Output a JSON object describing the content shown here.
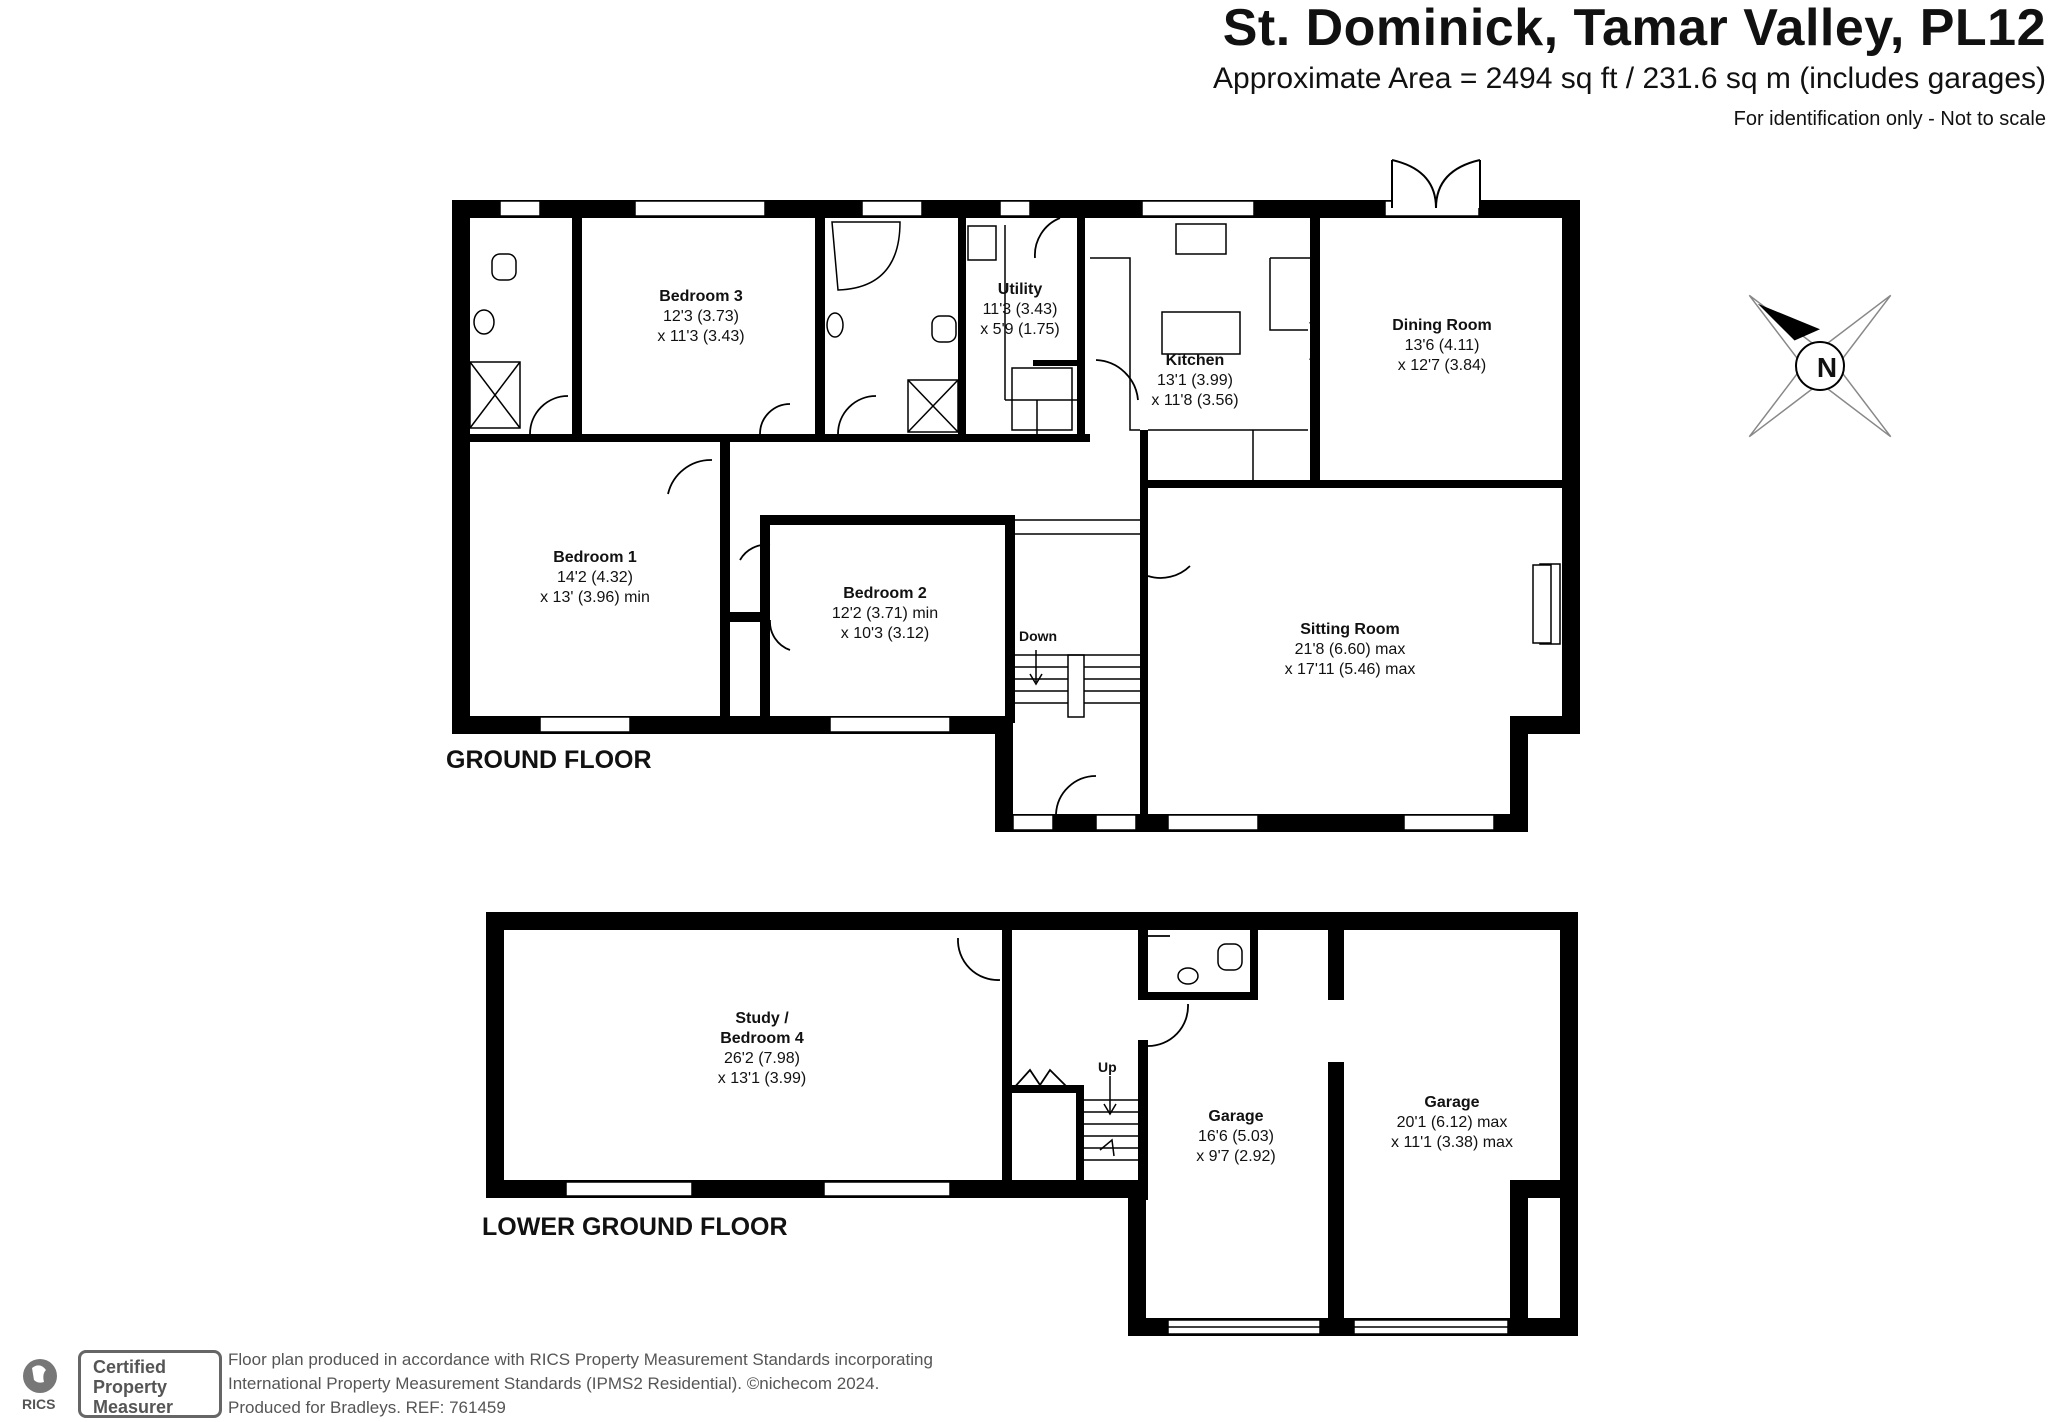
{
  "header": {
    "title": "St. Dominick, Tamar Valley, PL12",
    "area": "Approximate Area = 2494 sq ft / 231.6 sq m (includes garages)",
    "identification": "For identification only - Not to scale"
  },
  "compass": {
    "label": "N"
  },
  "floors": {
    "ground": {
      "label": "GROUND FLOOR",
      "rooms": [
        {
          "name": "Bedroom 3",
          "lines": [
            "12'3 (3.73)",
            "x 11'3 (3.43)"
          ]
        },
        {
          "name": "Utility",
          "lines": [
            "11'3 (3.43)",
            "x 5'9 (1.75)"
          ]
        },
        {
          "name": "Kitchen",
          "lines": [
            "13'1 (3.99)",
            "x 11'8 (3.56)"
          ]
        },
        {
          "name": "Dining Room",
          "lines": [
            "13'6 (4.11)",
            "x 12'7 (3.84)"
          ]
        },
        {
          "name": "Bedroom 1",
          "lines": [
            "14'2 (4.32)",
            "x 13' (3.96) min"
          ]
        },
        {
          "name": "Bedroom 2",
          "lines": [
            "12'2 (3.71) min",
            "x 10'3 (3.12)"
          ]
        },
        {
          "name": "Sitting Room",
          "lines": [
            "21'8 (6.60) max",
            "x 17'11 (5.46) max"
          ]
        }
      ],
      "stairs_label": "Down"
    },
    "lower": {
      "label": "LOWER GROUND FLOOR",
      "rooms": [
        {
          "name": "Study /",
          "lines": [
            "Bedroom 4",
            "26'2 (7.98)",
            "x 13'1 (3.99)"
          ]
        },
        {
          "name": "Garage",
          "lines": [
            "16'6 (5.03)",
            "x 9'7 (2.92)"
          ]
        },
        {
          "name": "Garage",
          "lines": [
            "20'1 (6.12) max",
            "x 11'1 (3.38) max"
          ]
        }
      ],
      "stairs_label": "Up"
    }
  },
  "footer": {
    "line1": "Floor plan produced in accordance with RICS Property Measurement Standards incorporating",
    "line2": "International Property Measurement Standards (IPMS2 Residential).  ©nichecom 2024.",
    "line3": "Produced for Bradleys.   REF:  761459",
    "badge_rics": "RICS",
    "badge_line1": "Certified",
    "badge_line2": "Property",
    "badge_line3": "Measurer"
  },
  "colors": {
    "wall": "#000000",
    "text": "#111111",
    "muted": "#555555"
  }
}
